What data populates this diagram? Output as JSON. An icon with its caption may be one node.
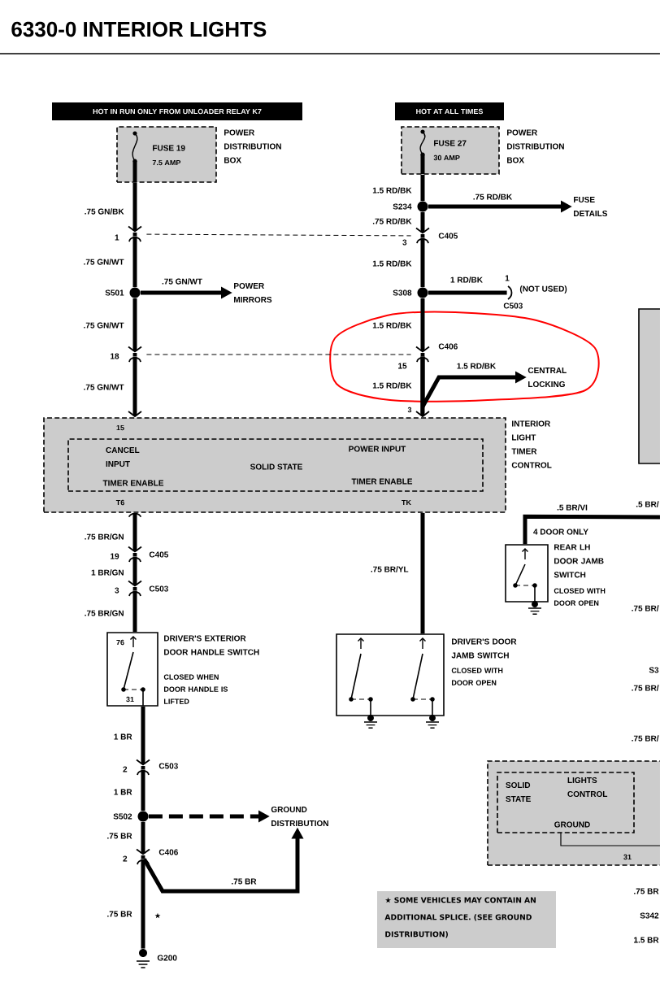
{
  "diagram": {
    "title": "6330-0 INTERIOR LIGHTS",
    "nodes": [
      {
        "text": [
          "HOT IN RUN ONLY FROM UNLOADER RELAY K7"
        ]
      },
      {
        "text": [
          "FUSE 19",
          "7.5 AMP"
        ],
        "beside": [
          "POWER DISTRIBUTION BOX"
        ]
      },
      {
        "text": [
          "HOT AT ALL TIMES"
        ]
      },
      {
        "text": [
          "FUSE 27",
          "30 AMP"
        ],
        "beside": [
          "POWER DISTRIBUTION BOX"
        ]
      },
      {
        "text": [],
        "shape": "circle",
        "beside": [
          "S234"
        ]
      },
      {
        "text": [
          "FUSE DETAILS"
        ]
      },
      {
        "text": [],
        "shape": "connector",
        "beside": [
          "1"
        ]
      },
      {
        "text": [],
        "shape": "connector",
        "beside": [
          "3",
          "C405"
        ]
      },
      {
        "text": [],
        "shape": "circle",
        "beside": [
          "S501"
        ]
      },
      {
        "text": [
          "POWER MIRRORS"
        ]
      },
      {
        "text": [],
        "shape": "circle",
        "beside": [
          "S308"
        ]
      },
      {
        "text": [],
        "shape": "connector",
        "beside": [
          "1",
          "(NOT USED)",
          "C503"
        ]
      },
      {
        "text": [],
        "shape": "connector",
        "beside": [
          "18"
        ]
      },
      {
        "text": [],
        "shape": "connector",
        "beside": [
          "C406",
          "15"
        ]
      },
      {
        "text": [
          "CENTRAL LOCKING"
        ]
      },
      {
        "text": [],
        "shape": "box"
      },
      {
        "text": [
          "INTERIOR LIGHT TIMER CONTROL"
        ]
      },
      {
        "text": [
          "CANCEL INPUT",
          "TIMER ENABLE",
          "SOLID STATE",
          "POWER INPUT",
          "TIMER ENABLE"
        ],
        "in": 16
      },
      {
        "text": [],
        "shape": "connector",
        "beside": [
          "19",
          "C405"
        ]
      },
      {
        "text": [],
        "shape": "connector",
        "beside": [
          "3",
          "C503"
        ]
      },
      {
        "text": [
          "76",
          "31",
          "DRIVER'S EXTERIOR DOOR HANDLE SWITCH",
          "CLOSED WHEN DOOR HANDLE IS LIFTED"
        ]
      },
      {
        "text": [
          "REAR LH DOOR JAMB SWITCH",
          "CLOSED WITH DOOR OPEN"
        ]
      },
      {
        "text": [
          "DRIVER'S DOOR JAMB SWITCH",
          "CLOSED WITH DOOR OPEN"
        ]
      },
      {
        "text": [],
        "shape": "connector",
        "beside": [
          "2",
          "C503"
        ]
      },
      {
        "text": [],
        "shape": "circle",
        "beside": [
          "S502"
        ]
      },
      {
        "text": [
          "GROUND DISTRIBUTION"
        ]
      },
      {
        "text": [],
        "shape": "connector",
        "beside": [
          "2",
          "C406"
        ]
      },
      {
        "text": [],
        "shape": "ground",
        "beside": [
          "G200"
        ]
      },
      {
        "text": [],
        "shape": "box"
      },
      {
        "text": [
          "SOLID STATE",
          "LIGHTS CONTROL",
          "GROUND"
        ],
        "in": 28
      },
      {
        "text": [
          "★ SOME VEHICLES MAY CONTAIN AN ADDITIONAL SPLICE. (SEE GROUND DISTRIBUTION)"
        ]
      }
    ],
    "edges": [
      {
        "from": 1,
        "to": 6,
        "arrow": "to",
        "label": ".75 GN/BK"
      },
      {
        "from": 6,
        "to": 8,
        "arrow": "none",
        "label": ".75 GN/WT"
      },
      {
        "from": 8,
        "to": 9,
        "arrow": "to",
        "label": ".75 GN/WT"
      },
      {
        "from": 8,
        "to": 12,
        "arrow": "to",
        "label": ".75 GN/WT"
      },
      {
        "from": 12,
        "to": 16,
        "arrow": "to",
        "label": ".75 GN/WT"
      },
      {
        "from": 6,
        "to": 7,
        "arrow": "none",
        "style": "dashed"
      },
      {
        "from": 12,
        "to": 13,
        "arrow": "none",
        "style": "dashed"
      },
      {
        "from": 3,
        "to": 4,
        "arrow": "none",
        "label": "1.5 RD/BK"
      },
      {
        "from": 4,
        "to": 5,
        "arrow": "to",
        "label": ".75 RD/BK"
      },
      {
        "from": 4,
        "to": 7,
        "arrow": "to",
        "label": ".75 RD/BK"
      },
      {
        "from": 7,
        "to": 10,
        "arrow": "none",
        "label": "1.5 RD/BK"
      },
      {
        "from": 10,
        "to": 11,
        "arrow": "none",
        "label": "1 RD/BK"
      },
      {
        "from": 10,
        "to": 13,
        "arrow": "to",
        "label": "1.5 RD/BK"
      },
      {
        "from": 13,
        "to": 16,
        "arrow": "to",
        "label": "1.5 RD/BK"
      },
      {
        "from": 13,
        "to": 14,
        "arrow": "to",
        "label": "1.5 RD/BK"
      },
      {
        "from": 16,
        "to": 18,
        "arrow": "to",
        "label": ".75 BR/GN"
      },
      {
        "from": 18,
        "to": 19,
        "arrow": "to",
        "label": "1 BR/GN"
      },
      {
        "from": 19,
        "to": 20,
        "arrow": "none",
        "label": ".75 BR/GN"
      },
      {
        "from": 16,
        "to": 22,
        "arrow": "none",
        "label": ".75 BR/YL"
      },
      {
        "from": 21,
        "to": null,
        "arrow": "none",
        "label": ".5 BR/VI"
      },
      {
        "from": 20,
        "to": 23,
        "arrow": "to",
        "label": "1 BR"
      },
      {
        "from": 23,
        "to": 24,
        "arrow": "none",
        "label": "1 BR"
      },
      {
        "from": 24,
        "to": 25,
        "arrow": "to",
        "style": "dashed"
      },
      {
        "from": 24,
        "to": 26,
        "arrow": "to",
        "label": ".75 BR"
      },
      {
        "from": 26,
        "to": 27,
        "arrow": "none",
        "label": ".75 BR"
      },
      {
        "from": 26,
        "to": 25,
        "arrow": "to",
        "label": ".75 BR"
      }
    ],
    "labels": [
      "3",
      "15",
      "T6",
      "TK",
      ".5 BR/",
      "4 DOOR ONLY",
      ".75 BR/",
      "S3",
      ".75 BR/",
      ".75 BR/",
      "31",
      ".75 BR",
      "★",
      "S342",
      "1.5 BR"
    ]
  }
}
